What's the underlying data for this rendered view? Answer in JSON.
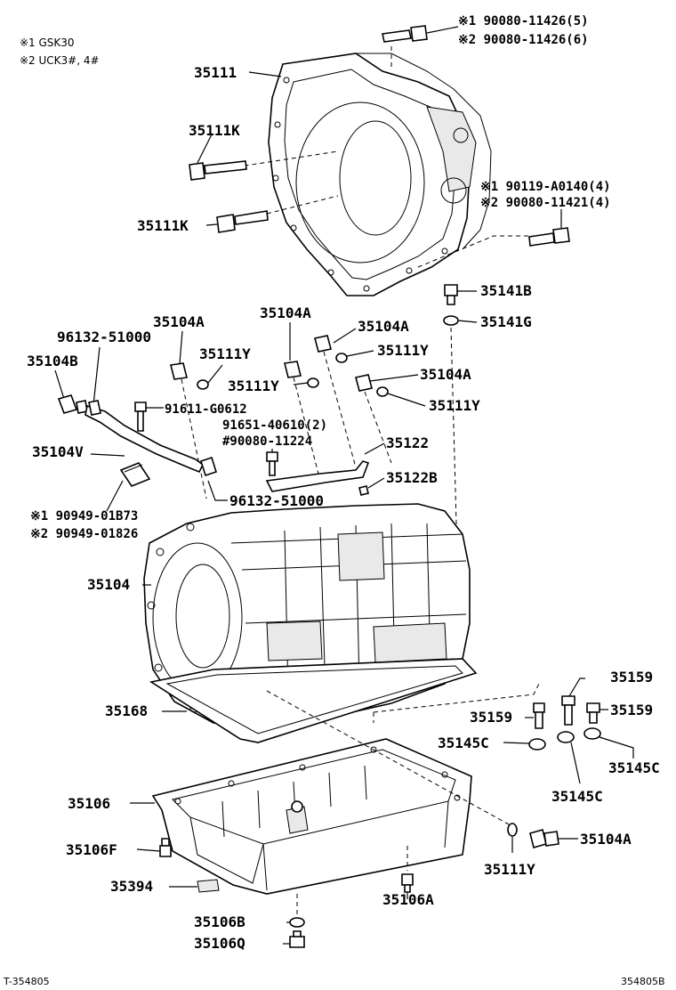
{
  "notes": [
    "※1 GSK30",
    "※2 UCK3#, 4#"
  ],
  "labels": {
    "bolt_top_1": "※1 90080-11426(5)",
    "bolt_top_2": "※2 90080-11426(6)",
    "housing": "35111",
    "housing_bolt_a": "35111K",
    "housing_bolt_b": "35111K",
    "bolt_right_1": "※1 90119-A0140(4)",
    "bolt_right_2": "※2 90080-11421(4)",
    "plug_141b": "35141B",
    "gasket_141g": "35141G",
    "plug_a1": "35104A",
    "plug_a2": "35104A",
    "plug_a3": "35104A",
    "plug_a4": "35104A",
    "hose_left": "96132-51000",
    "plug_b": "35104B",
    "oring_y1": "35111Y",
    "oring_y2": "35111Y",
    "oring_y3": "35111Y",
    "oring_y4": "35111Y",
    "bolt_91611": "91611-G0612",
    "bolt_91651": "91651-40610(2)",
    "bolt_90080_11224": "#90080-11224",
    "hose_v": "35104V",
    "tube_122": "35122",
    "clip_122b": "35122B",
    "hose_right": "96132-51000",
    "clamp_1": "※1 90949-01B73",
    "clamp_2": "※2 90949-01826",
    "transmission": "35104",
    "pan_gasket": "35168",
    "bolt_159a": "35159",
    "bolt_159b": "35159",
    "bolt_159c": "35159",
    "washer_145c_a": "35145C",
    "washer_145c_b": "35145C",
    "washer_145c_c": "35145C",
    "pan": "35106",
    "pan_bolt": "35106F",
    "magnet": "35394",
    "drain_gasket": "35106B",
    "drain_plug": "35106Q",
    "pan_plug": "35106A",
    "plug_a5": "35104A",
    "oring_y5": "35111Y"
  },
  "footer": {
    "left": "T-354805",
    "right": "354805B"
  }
}
